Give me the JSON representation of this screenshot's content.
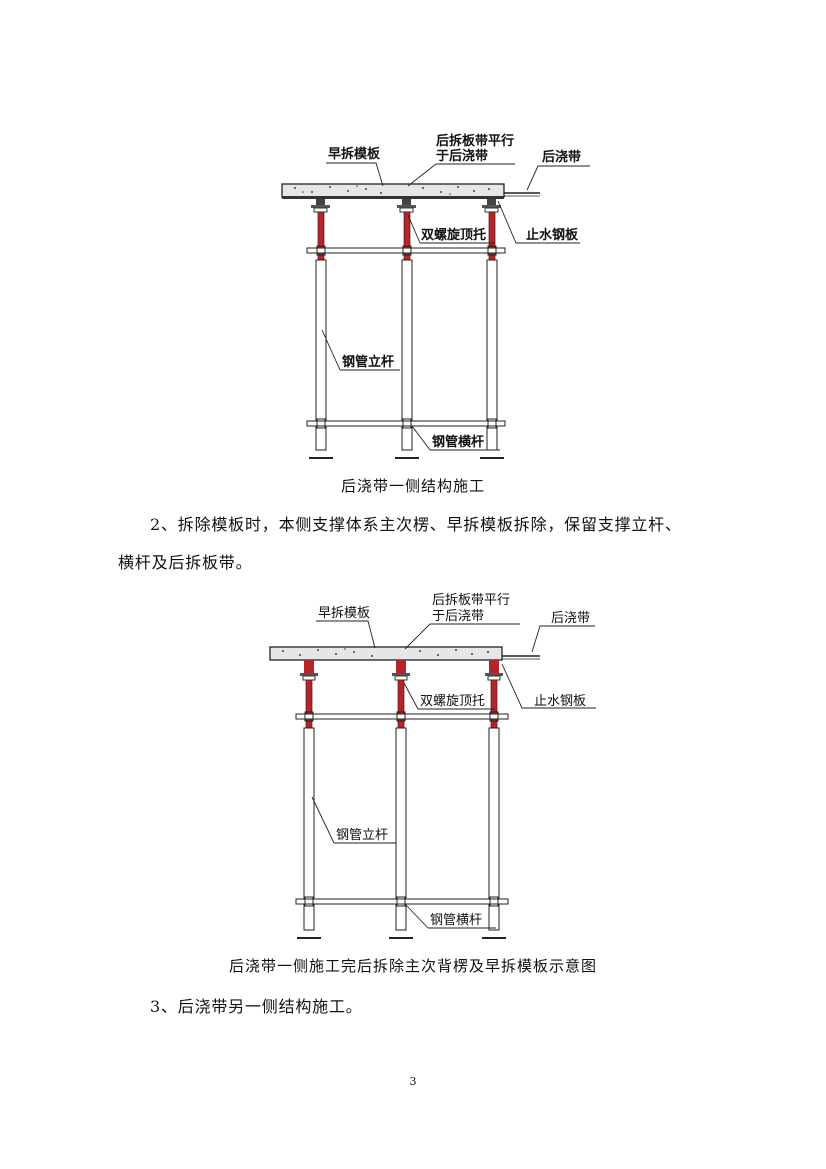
{
  "figure1": {
    "labels": {
      "early_formwork": "早拆模板",
      "strip_band_l1": "后拆板带平行",
      "strip_band_l2": "于后浇带",
      "post_pour_strip": "后浇带",
      "double_screw_jack": "双螺旋顶托",
      "waterstop_plate": "止水钢板",
      "steel_pipe_post": "钢管立杆",
      "steel_pipe_beam": "钢管横杆"
    },
    "caption": "后浇带一侧结构施工"
  },
  "paragraph2": {
    "line1": "2、拆除模板时，本侧支撑体系主次楞、早拆模板拆除，保留支撑立杆、",
    "line2": "横杆及后拆板带。"
  },
  "figure2": {
    "labels": {
      "early_formwork": "早拆模板",
      "strip_band_l1": "后拆板带平行",
      "strip_band_l2": "于后浇带",
      "post_pour_strip": "后浇带",
      "double_screw_jack": "双螺旋顶托",
      "waterstop_plate": "止水钢板",
      "steel_pipe_post": "钢管立杆",
      "steel_pipe_beam": "钢管横杆"
    },
    "caption": "后浇带一侧施工完后拆除主次背楞及早拆模板示意图"
  },
  "paragraph3": {
    "text": "3、后浇带另一侧结构施工。"
  },
  "page_number": "3",
  "colors": {
    "post_red": "#b0262a",
    "line": "#222222",
    "slab_fill": "#e6e6e6"
  }
}
